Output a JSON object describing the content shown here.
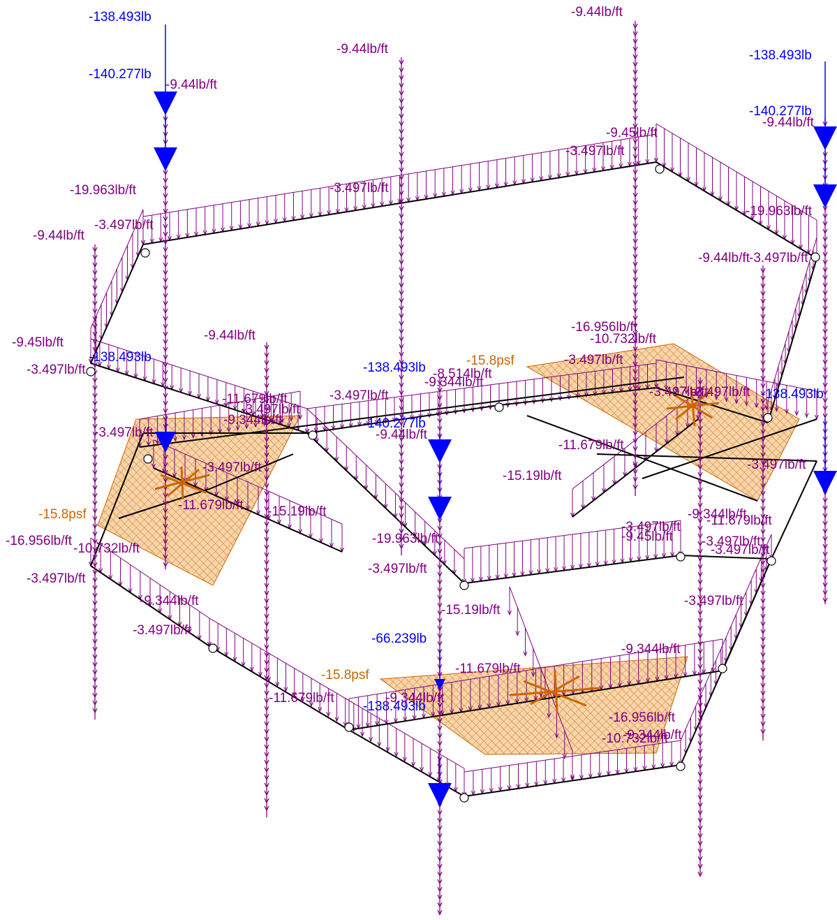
{
  "colors": {
    "distributed": "#800080",
    "point": "#0000ff",
    "area": "#cc6600",
    "area_fill": "#f0b060",
    "member": "#000000"
  },
  "labels": {
    "point_top_left_1": "-138.493lb",
    "point_top_left_2": "-140.277lb",
    "point_top_right_1": "-138.493lb",
    "point_top_right_2": "-140.277lb",
    "point_mid_left": "-138.493lb",
    "point_mid_center_1": "-138.493lb",
    "point_mid_center_2": "-140.277lb",
    "point_mid_right": "-138.493lb",
    "point_low_1": "-66.239lb",
    "point_low_2": "-138.493lb",
    "col_top_1": "-9.44lb/ft",
    "col_top_2": "-9.44lb/ft",
    "col_top_3": "-9.44lb/ft",
    "col_top_4": "-9.44lb/ft",
    "col_left": "-9.44lb/ft",
    "col_right": "-9.44lb/ft",
    "col_mid": "-9.44lb/ft",
    "col_center": "-9.44lb/ft",
    "beam_19963_a": "-19.963lb/ft",
    "beam_19963_b": "-19.963lb/ft",
    "beam_19963_c": "-19.963lb/ft",
    "beam_945_a": "-9.45lb/ft",
    "beam_945_b": "-9.45lb/ft",
    "beam_945_c": "-9.45lb/ft",
    "beam_3497_a": "-3.497lb/ft",
    "beam_3497_b": "-3.497lb/ft",
    "beam_3497_c": "-3.497lb/ft",
    "beam_3497_d": "-3.497lb/ft",
    "beam_3497_e": "-3.497lb/ft",
    "beam_3497_f": "-3.497lb/ft",
    "beam_3497_g": "-3.497lb/ft",
    "beam_3497_h": "-3.497lb/ft",
    "beam_3497_i": "-3.497lb/ft",
    "beam_3497_j": "-3.497lb/ft",
    "beam_3497_k": "-3.497lb/ft",
    "beam_3497_l": "-3.497lb/ft",
    "beam_3497_m": "-3.497lb/ft",
    "beam_3497_n": "-3.497lb/ft",
    "beam_3497_o": "-3.497lb/ft",
    "beam_3497_p": "-3.497lb/ft",
    "beam_3497_q": "-3.497lb/ft",
    "beam_3497_r": "-3.497lb/ft",
    "beam_3497_s": "-3.497lb/ft",
    "beam_3497_t": "-3.497lb/ft",
    "beam_16956_a": "-16.956lb/ft",
    "beam_16956_b": "-16.956lb/ft",
    "beam_16956_c": "-16.956lb/ft",
    "beam_10732_a": "-10.732lb/ft",
    "beam_10732_b": "-10.732lb/ft",
    "beam_10732_c": "-10.732lb/ft",
    "beam_11679_a": "-11.679lb/ft",
    "beam_11679_b": "-11.679lb/ft",
    "beam_11679_c": "-11.679lb/ft",
    "beam_11679_d": "-11.679lb/ft",
    "beam_11679_e": "-11.679lb/ft",
    "beam_11679_f": "-11.679lb/ft",
    "beam_1519_a": "-15.19lb/ft",
    "beam_1519_b": "-15.19lb/ft",
    "beam_1519_c": "-15.19lb/ft",
    "beam_9344_a": "-9.344lb/ft",
    "beam_9344_b": "-9.344lb/ft",
    "beam_9344_c": "-9.344lb/ft",
    "beam_9344_d": "-9.344lb/ft",
    "beam_9344_e": "-9.344lb/ft",
    "beam_9344_f": "-9.344lb/ft",
    "beam_9344_g": "-9.344lb/ft",
    "beam_8514": "-8.514lb/ft",
    "area_left": "-15.8psf",
    "area_right": "-15.8psf",
    "area_low": "-15.8psf"
  }
}
